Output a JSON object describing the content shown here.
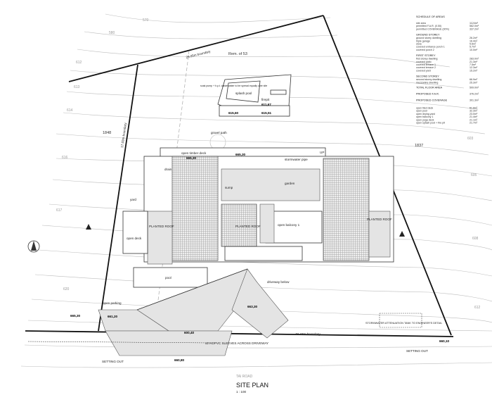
{
  "drawing": {
    "title": "SITE PLAN",
    "scale": "1 : 100",
    "road": "TAI ROAD",
    "neighbours": {
      "north": "Rem. of 53",
      "west": "1848",
      "east": "1837"
    },
    "boundaries": {
      "north": "29.05m boundary",
      "south": "48.43m boundary",
      "west": "17.03m boundary"
    },
    "setting_out": [
      "SETTING OUT",
      "SETTING OUT"
    ],
    "labels": {
      "splash_pool": "splash pool",
      "firepit": "firepit",
      "gravel_path": "gravel path",
      "timber_deck": "open timber deck",
      "garden": "garden",
      "planted_roof": "PLANTED ROOF",
      "balcony": "open balcony 1",
      "pool": "pool",
      "open_deck": "open deck",
      "yard": "yard",
      "parking": "open parking",
      "driveway": "driveway below",
      "stormwater_pipe": "stormwater pipe",
      "tank": "STORMWATER ATTENUATION TANK TO ENGINEER'S DETAIL",
      "sleeves": "x2 HDPVC SLEEVES ACROSS DRIVEWAY",
      "soakaway": "soak pump + h.p.t. waste water to be spread equally over site",
      "sump": "sump",
      "drain": "drain",
      "up": "UP"
    },
    "levels": [
      "611,67",
      "615,60",
      "615,51",
      "665,30",
      "665,30",
      "661,20",
      "663,30",
      "600,40",
      "660,80",
      "660,10",
      "665,30"
    ]
  },
  "schedule": {
    "title": "SCHEDULE OF AREAS",
    "general": [
      [
        "site area",
        "1124m²"
      ],
      [
        "permitted F.A.R. (0.50)",
        "562.0m²"
      ],
      [
        "permitted COVERAGE (30%)",
        "337.2m²"
      ]
    ],
    "ground_title": "GROUND STOREY",
    "ground": [
      [
        "ground storey dwelling",
        "26.2m²"
      ],
      [
        "triple garage",
        "16.4m²"
      ],
      [
        "store",
        "5.6m²"
      ],
      [
        "covered entrance porch 1",
        "5.7m²"
      ],
      [
        "covered porch 2",
        "10.0m²"
      ]
    ],
    "first_title": "FIRST STOREY",
    "first": [
      [
        "first storey dwelling",
        "283.0m²"
      ],
      [
        "covered patio",
        "21.3m²"
      ],
      [
        "covered terrace 1",
        "7.5m²"
      ],
      [
        "covered terrace 2",
        "12.3m²"
      ],
      [
        "covered yard",
        "15.2m²"
      ]
    ],
    "second_title": "SECOND STOREY",
    "second": [
      [
        "second storey dwelling",
        "66.9m²"
      ],
      [
        "mezzanine dwelling",
        "25.3m²"
      ]
    ],
    "totals": [
      [
        "TOTAL FLOOR AREA",
        "509.0m²"
      ],
      [
        "PROPOSED F.A.R.",
        "376.2m²"
      ],
      [
        "PROPOSED COVERAGE",
        "301.3m²"
      ]
    ],
    "open": [
      [
        "open tiled deck",
        "61.8m²"
      ],
      [
        "open pool",
        "32.3m²"
      ],
      [
        "open drying yard",
        "23.0m²"
      ],
      [
        "open balcony 1",
        "21.4m²"
      ],
      [
        "open yoga deck",
        "21.1m²"
      ],
      [
        "open splash pool + fire pit",
        "21.7m²"
      ]
    ]
  }
}
